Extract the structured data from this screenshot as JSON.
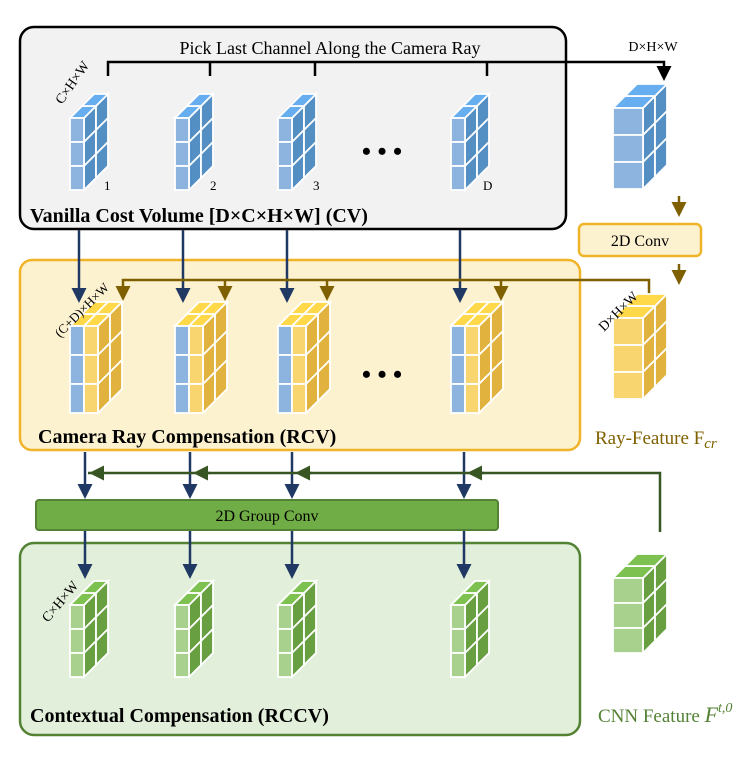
{
  "top_label": "Pick Last Channel Along the Camera Ray",
  "dims": {
    "dxhxw_top": "D×H×W",
    "cv": "C×H×W",
    "rcv": "(C+D)×H×W",
    "ray": "D×H×W",
    "rccv": "C×H×W"
  },
  "slices": [
    "1",
    "2",
    "3",
    "D"
  ],
  "ellipsis": "• • •",
  "cv_title": "Vanilla Cost Volume [D×C×H×W] (CV)",
  "rcv_title": "Camera Ray Compensation (RCV)",
  "rccv_title": "Contextual Compensation (RCCV)",
  "conv2d_label": "2D Conv",
  "group_conv_label": "2D Group Conv",
  "ray_feature": {
    "text": "Ray-Feature F",
    "sub": "cr"
  },
  "cnn_feature": {
    "text": "CNN Feature ",
    "sym": "F",
    "sup": "t,0"
  },
  "colors": {
    "blue": "#5b9bd5",
    "blue_front": "#8cb4de",
    "yellow": "#f5c242",
    "yellow_front": "#f8d56e",
    "green": "#70ad47",
    "green_front": "#a9d18e",
    "arrow_blue": "#1f3864",
    "arrow_brown": "#7f6000",
    "arrow_green": "#375623",
    "box_cv": "#f2f2f2",
    "box_rcv": "#fdf2d0",
    "box_rccv": "#e2efda",
    "ray_text": "#7f6000",
    "cnn_text": "#548235"
  }
}
